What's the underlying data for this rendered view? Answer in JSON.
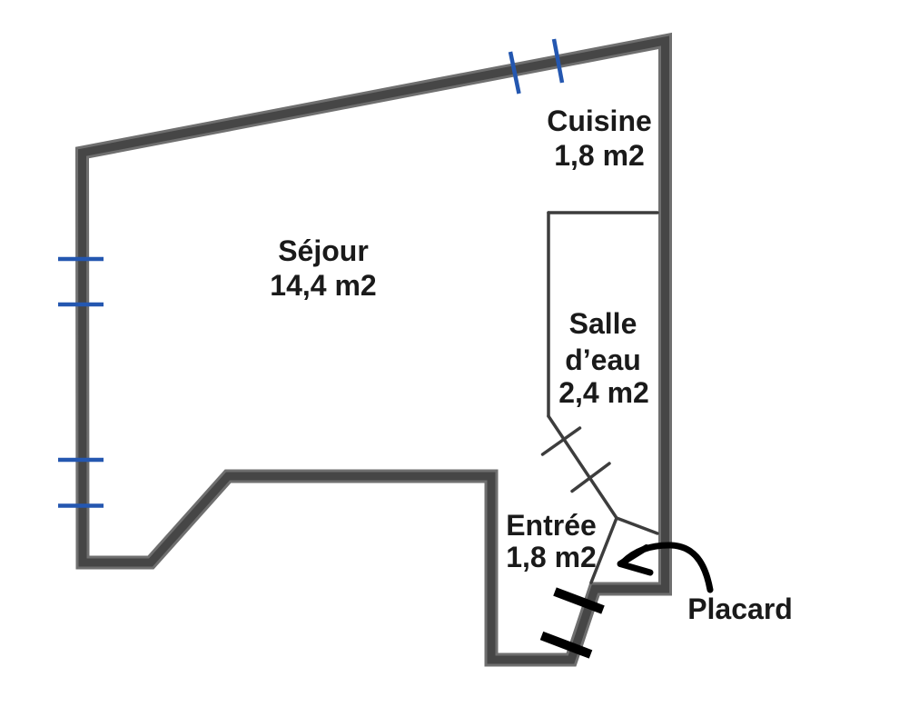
{
  "figure": {
    "type": "floor-plan",
    "language": "fr"
  },
  "colors": {
    "background": "#ffffff",
    "wall_edge": "#6f6f6f",
    "wall_core": "#464646",
    "partition": "#3d3d3d",
    "window": "#2457b0",
    "door": "#000000",
    "arrow": "#000000",
    "text": "#1a1a1a"
  },
  "rooms": {
    "sejour": {
      "name": "Séjour",
      "area": "14,4 m2"
    },
    "cuisine": {
      "name": "Cuisine",
      "area": "1,8 m2"
    },
    "salle_eau": {
      "name_line1": "Salle",
      "name_line2": "d’eau",
      "area": "2,4 m2"
    },
    "entree": {
      "name": "Entrée",
      "area": "1,8 m2"
    },
    "placard": {
      "name": "Placard"
    }
  }
}
